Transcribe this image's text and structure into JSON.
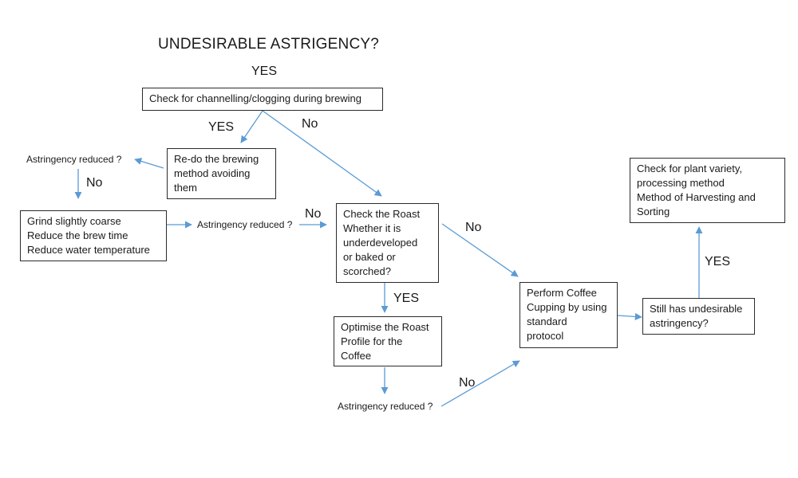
{
  "title": "UNDESIRABLE ASTRIGENCY?",
  "boxes": {
    "check_channelling": "Check for channelling/clogging during brewing",
    "redo_brewing": "Re-do the brewing\nmethod avoiding\nthem",
    "grind_coarse": "Grind slightly coarse\nReduce the brew time\nReduce water temperature",
    "check_roast": "Check the Roast\nWhether it is\nunderdeveloped\nor baked or\nscorched?",
    "optimise_roast": "Optimise the Roast\nProfile for the\nCoffee",
    "cupping": "Perform Coffee\nCupping by using\nstandard\nprotocol",
    "still_astringent": "Still has undesirable\nastringency?",
    "plant_variety": "Check for plant variety,\nprocessing method\nMethod of Harvesting and\nSorting"
  },
  "questions": {
    "astringency_reduced_1": "Astringency reduced ?",
    "astringency_reduced_2": "Astringency reduced ?",
    "astringency_reduced_3": "Astringency reduced ?"
  },
  "edge_labels": {
    "yes_top": "YES",
    "yes_redo": "YES",
    "no_channelling": "No",
    "no_reduced_1": "No",
    "no_reduced_2": "No",
    "no_roast": "No",
    "yes_roast": "YES",
    "no_reduced_3": "No",
    "yes_still": "YES"
  },
  "colors": {
    "arrow": "#5b9bd5",
    "box_border": "#2b2b2b",
    "text": "#1a1a1a"
  }
}
